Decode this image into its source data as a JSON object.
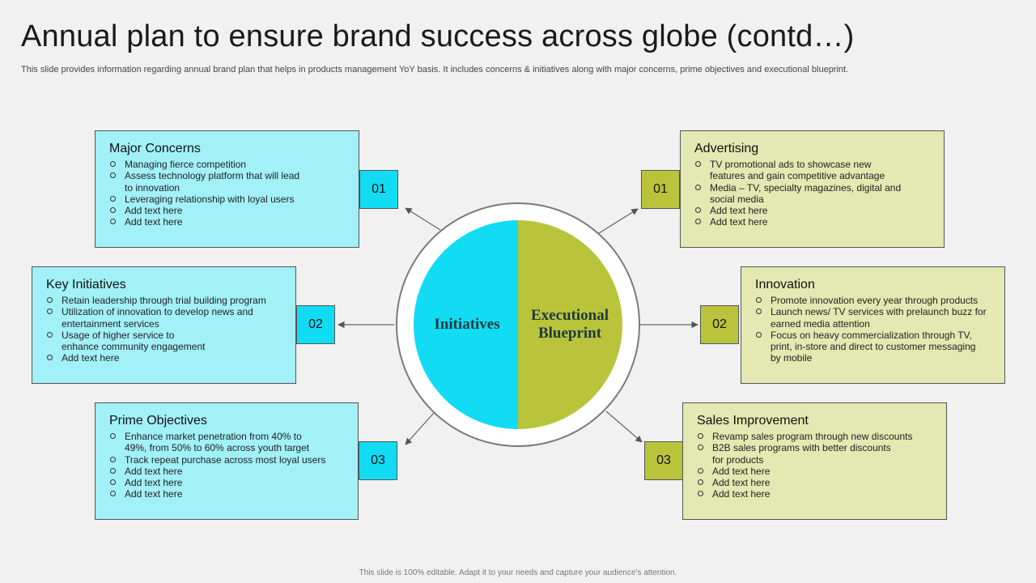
{
  "header": {
    "title": "Annual plan to ensure brand success across globe (contd…)",
    "subtitle": "This slide provides information regarding annual brand plan that helps in products management YoY basis. It includes concerns & initiatives along with major concerns, prime objectives and executional blueprint."
  },
  "center": {
    "left_label": "Initiatives",
    "right_label_line1": "Executional",
    "right_label_line2": "Blueprint"
  },
  "left_boxes": [
    {
      "number": "01",
      "title": "Major Concerns",
      "items": [
        "Managing fierce competition",
        "Assess technology platform that will lead to innovation",
        "Leveraging relationship with loyal users",
        "Add text here",
        "Add text here"
      ]
    },
    {
      "number": "02",
      "title": "Key Initiatives",
      "items": [
        "Retain leadership through trial building program",
        "Utilization of innovation to develop news and entertainment services",
        "Usage of higher service to enhance community engagement",
        "Add text here"
      ]
    },
    {
      "number": "03",
      "title": "Prime Objectives",
      "items": [
        "Enhance market penetration from 40% to 49%, from 50% to 60% across youth target",
        "Track repeat purchase across most loyal users",
        "Add text here",
        "Add text here",
        "Add text here"
      ]
    }
  ],
  "right_boxes": [
    {
      "number": "01",
      "title": "Advertising",
      "items": [
        "TV promotional ads to showcase new features and gain competitive advantage",
        "Media – TV, specialty magazines, digital and social media",
        "Add text here",
        "Add text here"
      ]
    },
    {
      "number": "02",
      "title": "Innovation",
      "items": [
        "Promote innovation every year through products",
        "Launch news/ TV services with prelaunch buzz for earned media attention",
        "Focus on heavy commercialization through TV, print, in-store and direct to customer messaging by mobile"
      ]
    },
    {
      "number": "03",
      "title": "Sales Improvement",
      "items": [
        "Revamp sales program through new discounts",
        "B2B sales programs with better discounts for products",
        "Add text here",
        "Add text here",
        "Add text here"
      ]
    }
  ],
  "footer": "This slide is 100% editable. Adapt it to your needs and capture your audience's attention.",
  "colors": {
    "left_fill": "#a2f0f8",
    "left_accent": "#11dcf4",
    "right_fill": "#e4e8b2",
    "right_accent": "#b9c43a"
  }
}
